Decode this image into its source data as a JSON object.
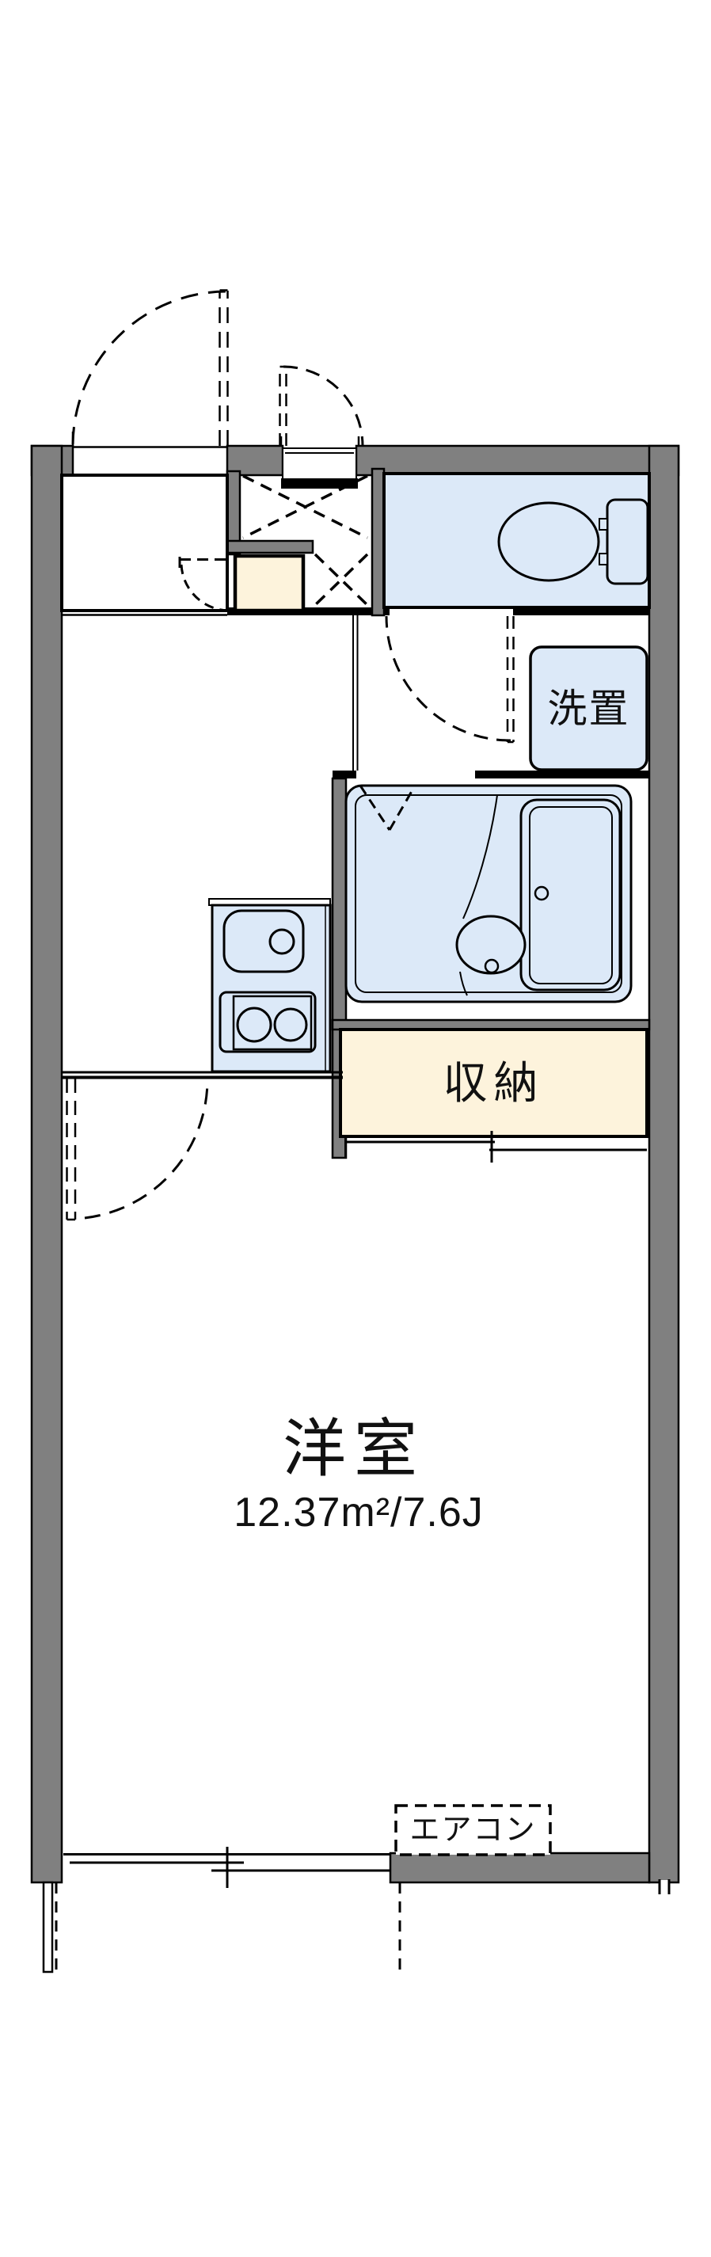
{
  "floorplan": {
    "labels": {
      "main_room_name": "洋室",
      "main_room_area": "12.37m²/7.6J",
      "storage": "収納",
      "washer_space": "洗置",
      "air_conditioner": "エアコン"
    },
    "colors": {
      "wall": "#808080",
      "line": "#000000",
      "fixture_fill": "#dce9f8",
      "storage_fill": "#fdf3dc",
      "floor": "#ffffff"
    },
    "icons": [
      "entrance-door-swing-icon",
      "interior-door-swing-icon",
      "folding-bath-door-icon",
      "genkan-cross-mark-icon",
      "toilet-icon",
      "bathtub-icon",
      "washbasin-icon",
      "kitchen-sink-icon",
      "gas-stove-icon",
      "sliding-closet-door-icon",
      "sliding-window-icon",
      "balcony-divider-icon"
    ]
  }
}
